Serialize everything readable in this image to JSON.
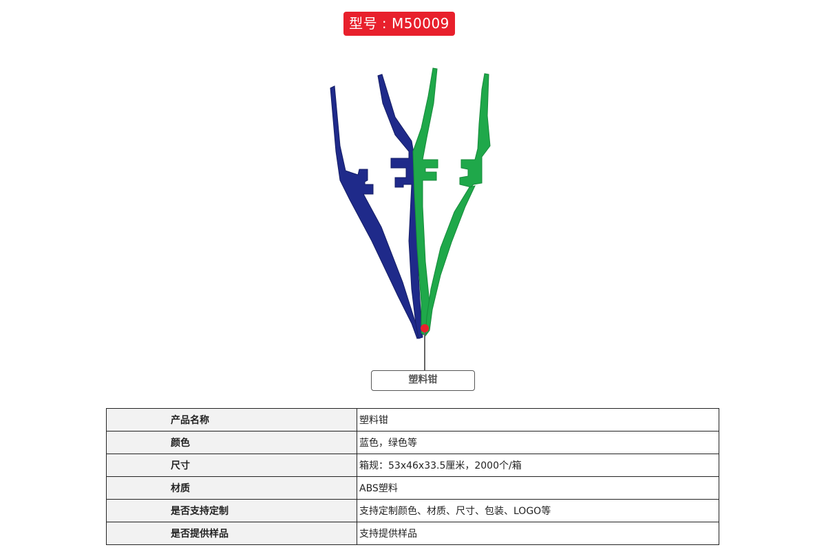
{
  "header": {
    "model_label": "型号 : M50009"
  },
  "product": {
    "callout_label": "塑料钳",
    "colors": {
      "blue": "#1f2a8a",
      "blue_dark": "#141d66",
      "green": "#1fa84a",
      "green_dark": "#168a3a",
      "marker": "#e8202c"
    }
  },
  "specs": {
    "rows": [
      {
        "key": "产品名称",
        "value": "塑料钳"
      },
      {
        "key": "颜色",
        "value": "蓝色，绿色等"
      },
      {
        "key": "尺寸",
        "value": "箱规：53x46x33.5厘米，2000个/箱"
      },
      {
        "key": "材质",
        "value": "ABS塑料"
      },
      {
        "key": "是否支持定制",
        "value": "支持定制颜色、材质、尺寸、包装、LOGO等"
      },
      {
        "key": "是否提供样品",
        "value": "支持提供样品"
      }
    ]
  }
}
